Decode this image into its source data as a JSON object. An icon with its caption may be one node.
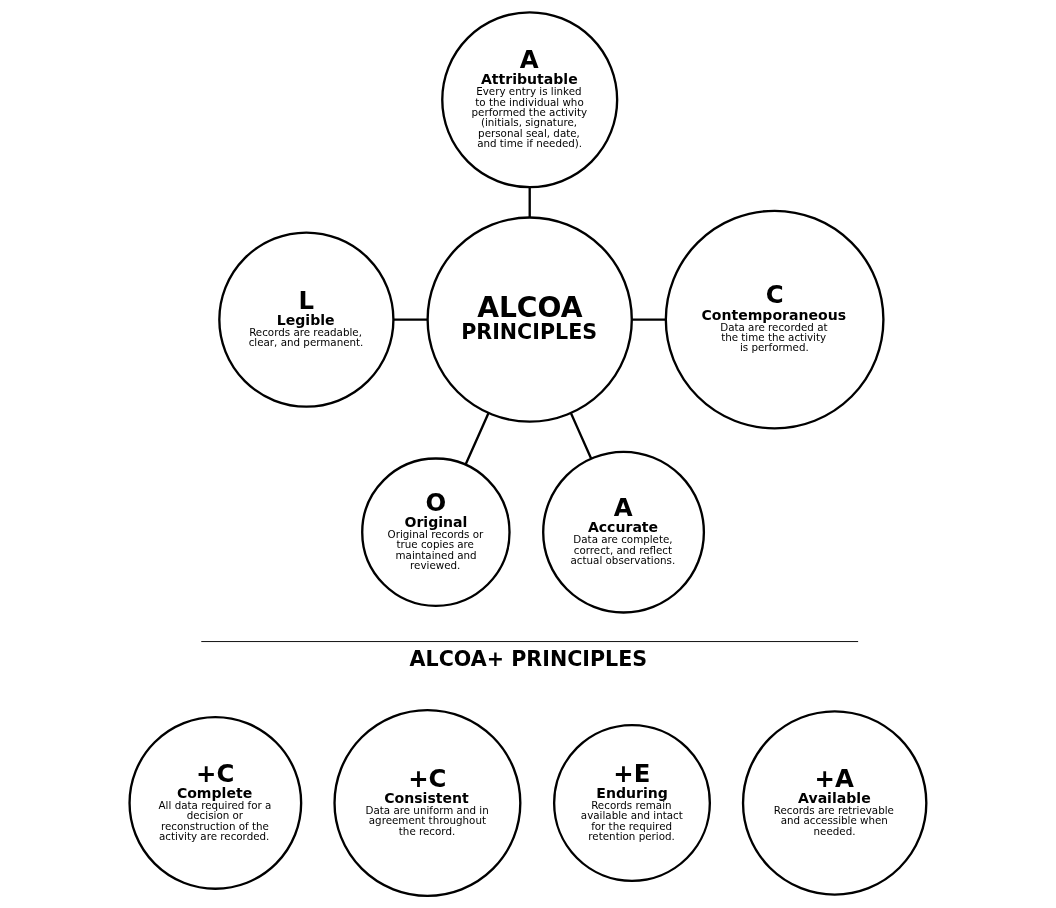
{
  "diagram": {
    "nodes": [
      {
        "text": [
          "A",
          "Attributable",
          "Every entry is linked to the individual who performed the activity (initials, signature, personal seal, date, and time if needed)."
        ]
      },
      {
        "text": [
          "L",
          "Legible",
          "Records are readable, clear, and permanent."
        ]
      },
      {
        "text": [
          "ALCOA",
          "PRINCIPLES"
        ]
      },
      {
        "text": [
          "C",
          "Contemporaneous",
          "Data are recorded at the time the activity is performed."
        ]
      },
      {
        "text": [
          "O",
          "Original",
          "Original records or true copies are maintained and reviewed."
        ]
      },
      {
        "text": [
          "A",
          "Accurate",
          "Data are complete, correct, and reflect actual observations."
        ]
      },
      {
        "text": [
          "+C",
          "Complete",
          "All data required for a decision or reconstruction of the activity are recorded."
        ]
      },
      {
        "text": [
          "+C",
          "Consistent",
          "Data are uniform and in agreement throughout the record."
        ]
      },
      {
        "text": [
          "+E",
          "Enduring",
          "Records remain available and intact for the required retention period."
        ]
      },
      {
        "text": [
          "+A",
          "Available",
          "Records are retrievable and accessible when needed."
        ]
      }
    ],
    "edges": [
      {
        "from": 0,
        "to": 2,
        "arrow": "none"
      },
      {
        "from": 1,
        "to": 2,
        "arrow": "none"
      },
      {
        "from": 2,
        "to": 3,
        "arrow": "none"
      },
      {
        "from": 2,
        "to": 4,
        "arrow": "none"
      },
      {
        "from": 2,
        "to": 5,
        "arrow": "none"
      }
    ],
    "labels": [
      "ALCOA+ PRINCIPLES"
    ]
  }
}
